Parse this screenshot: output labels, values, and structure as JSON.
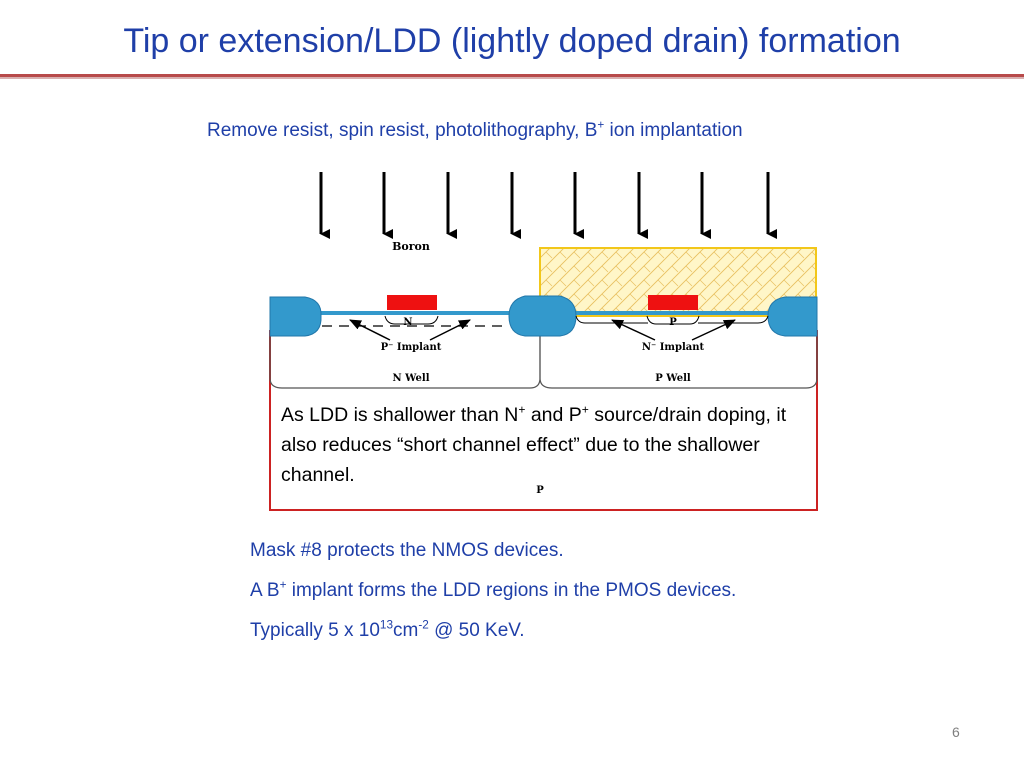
{
  "slide": {
    "title": "Tip or extension/LDD (lightly doped drain) formation",
    "subtitle": {
      "before": "Remove resist, spin resist, photolithography, B",
      "sup": "+",
      "after": " ion implantation"
    },
    "page_number": "6"
  },
  "diagram": {
    "labels": {
      "boron": "Boron",
      "n_region": "N",
      "p_region": "P",
      "p_implant": "P⁻ Implant",
      "n_implant": "N⁻ Implant",
      "n_well": "N Well",
      "p_well": "P Well",
      "substrate": "P"
    },
    "colors": {
      "field_oxide": "#3399cc",
      "gate": "#ee1111",
      "resist_fill": "#fff6c8",
      "resist_border": "#f2c71a",
      "substrate_border": "#cc2222",
      "arrow": "#000000"
    },
    "callout": {
      "part1": "As LDD is shallower than N",
      "sup1": "+",
      "part2": " and P",
      "sup2": "+",
      "part3": " source/drain doping, it also reduces “short channel effect” due to the shallower channel."
    }
  },
  "bullets": {
    "b1": "Mask #8 protects the NMOS devices.",
    "b2_before": "A B",
    "b2_sup": "+",
    "b2_after": " implant forms the LDD regions in the PMOS devices.",
    "b3_before": "Typically 5 x 10",
    "b3_sup1": "13",
    "b3_mid": "cm",
    "b3_sup2": "-2",
    "b3_after": " @ 50 KeV."
  }
}
